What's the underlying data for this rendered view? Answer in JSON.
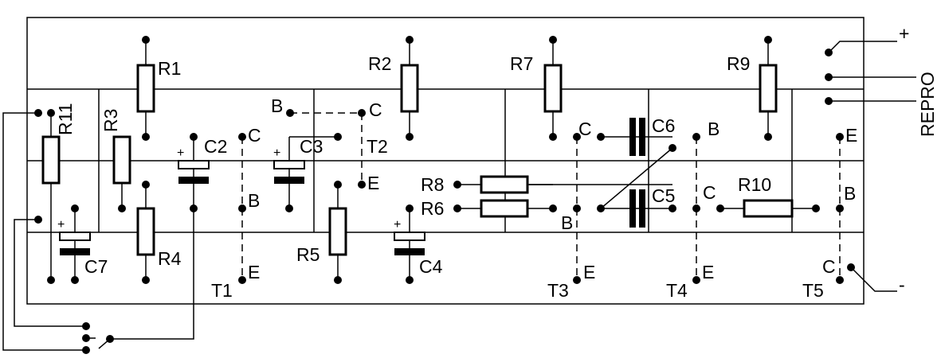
{
  "resistors": [
    {
      "id": "r1",
      "label": "R1"
    },
    {
      "id": "r2",
      "label": "R2"
    },
    {
      "id": "r3",
      "label": "R3"
    },
    {
      "id": "r4",
      "label": "R4"
    },
    {
      "id": "r5",
      "label": "R5"
    },
    {
      "id": "r6",
      "label": "R6"
    },
    {
      "id": "r7",
      "label": "R7"
    },
    {
      "id": "r8",
      "label": "R8"
    },
    {
      "id": "r9",
      "label": "R9"
    },
    {
      "id": "r10",
      "label": "R10"
    },
    {
      "id": "r11",
      "label": "R11"
    }
  ],
  "capacitors": [
    {
      "id": "c2",
      "label": "C2",
      "polarity": "+"
    },
    {
      "id": "c3",
      "label": "C3",
      "polarity": "+"
    },
    {
      "id": "c4",
      "label": "C4",
      "polarity": "+"
    },
    {
      "id": "c5",
      "label": "C5"
    },
    {
      "id": "c6",
      "label": "C6"
    },
    {
      "id": "c7",
      "label": "C7",
      "polarity": "+"
    }
  ],
  "transistors": [
    {
      "id": "t1",
      "label": "T1",
      "pins": {
        "c": "C",
        "b": "B",
        "e": "E"
      }
    },
    {
      "id": "t2",
      "label": "T2",
      "pins": {
        "c": "C",
        "b": "B",
        "e": "E"
      }
    },
    {
      "id": "t3",
      "label": "T3",
      "pins": {
        "c": "C",
        "b": "B",
        "e": "E"
      }
    },
    {
      "id": "t4",
      "label": "T4",
      "pins": {
        "c": "C",
        "b": "B",
        "e": "E"
      }
    },
    {
      "id": "t5",
      "label": "T5",
      "pins": {
        "c": "C",
        "b": "B",
        "e": "E"
      }
    }
  ],
  "connector": {
    "plus": "+",
    "label": "REPRO",
    "minus": "-"
  }
}
